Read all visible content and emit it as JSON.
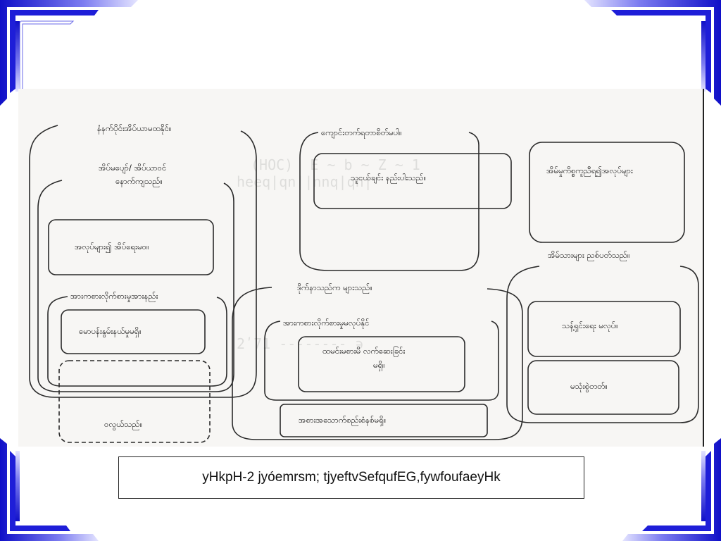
{
  "diagram": {
    "labels": {
      "night_snake": "နံနက်ပိုင်းအိပ်ယာမထနိုင်။",
      "sleep_disturbed": "အိပ်မပျော်/ အိပ်ယာဝင်",
      "sleep_disturbed_2": "နောက်ကျသည်။",
      "work_sleep": "အလုပ်များ၍  အိပ်ရေးမဝ။",
      "food_interest": "အားကစားလိုက်စားမှုအားနည်း",
      "no_breakfast": "မောပန်းနွမ်းနယ်မှုမရှိ။",
      "fat": "ဝလွယ်သည်။",
      "school_absent": "ကျောင်းတက်ရတာစိတ်မပါ။",
      "friend_easy": "သူငယ်ချင်း  နည်းပါးသည်။",
      "mother_busy": "ဒိုက်နာသည်က  များသည်။",
      "cannot_sport": "အားကစားလိုက်စားမှုမလုပ်နိုင်",
      "eat_fast": "ထမင်းမစားမိ  လက်ဆေးခြင်း",
      "eat_fast_2": "မရှိ။",
      "meal_irregular": "အစားအသောက်စည်းစံနစ်မရှိ။",
      "house_help": "အိမ်မှုကိစ္စကူညီရ၍အလုပ်များ",
      "family_angry": "အိမ်သားများ  ညစ်ပတ်သည်။",
      "clean_unhelp": "သန့်ရှင်းရေး  မလုပ်။",
      "no_wash": "မသုံးစွဲတတ်။"
    },
    "caption": "yHkpH-2 jyóemrsm; tjyeftvSefqufEG,fywfoufaeyHk"
  },
  "colors": {
    "frame_blue": "#2424d8",
    "frame_light": "#c8c8f8",
    "line": "#2a2a2a"
  }
}
